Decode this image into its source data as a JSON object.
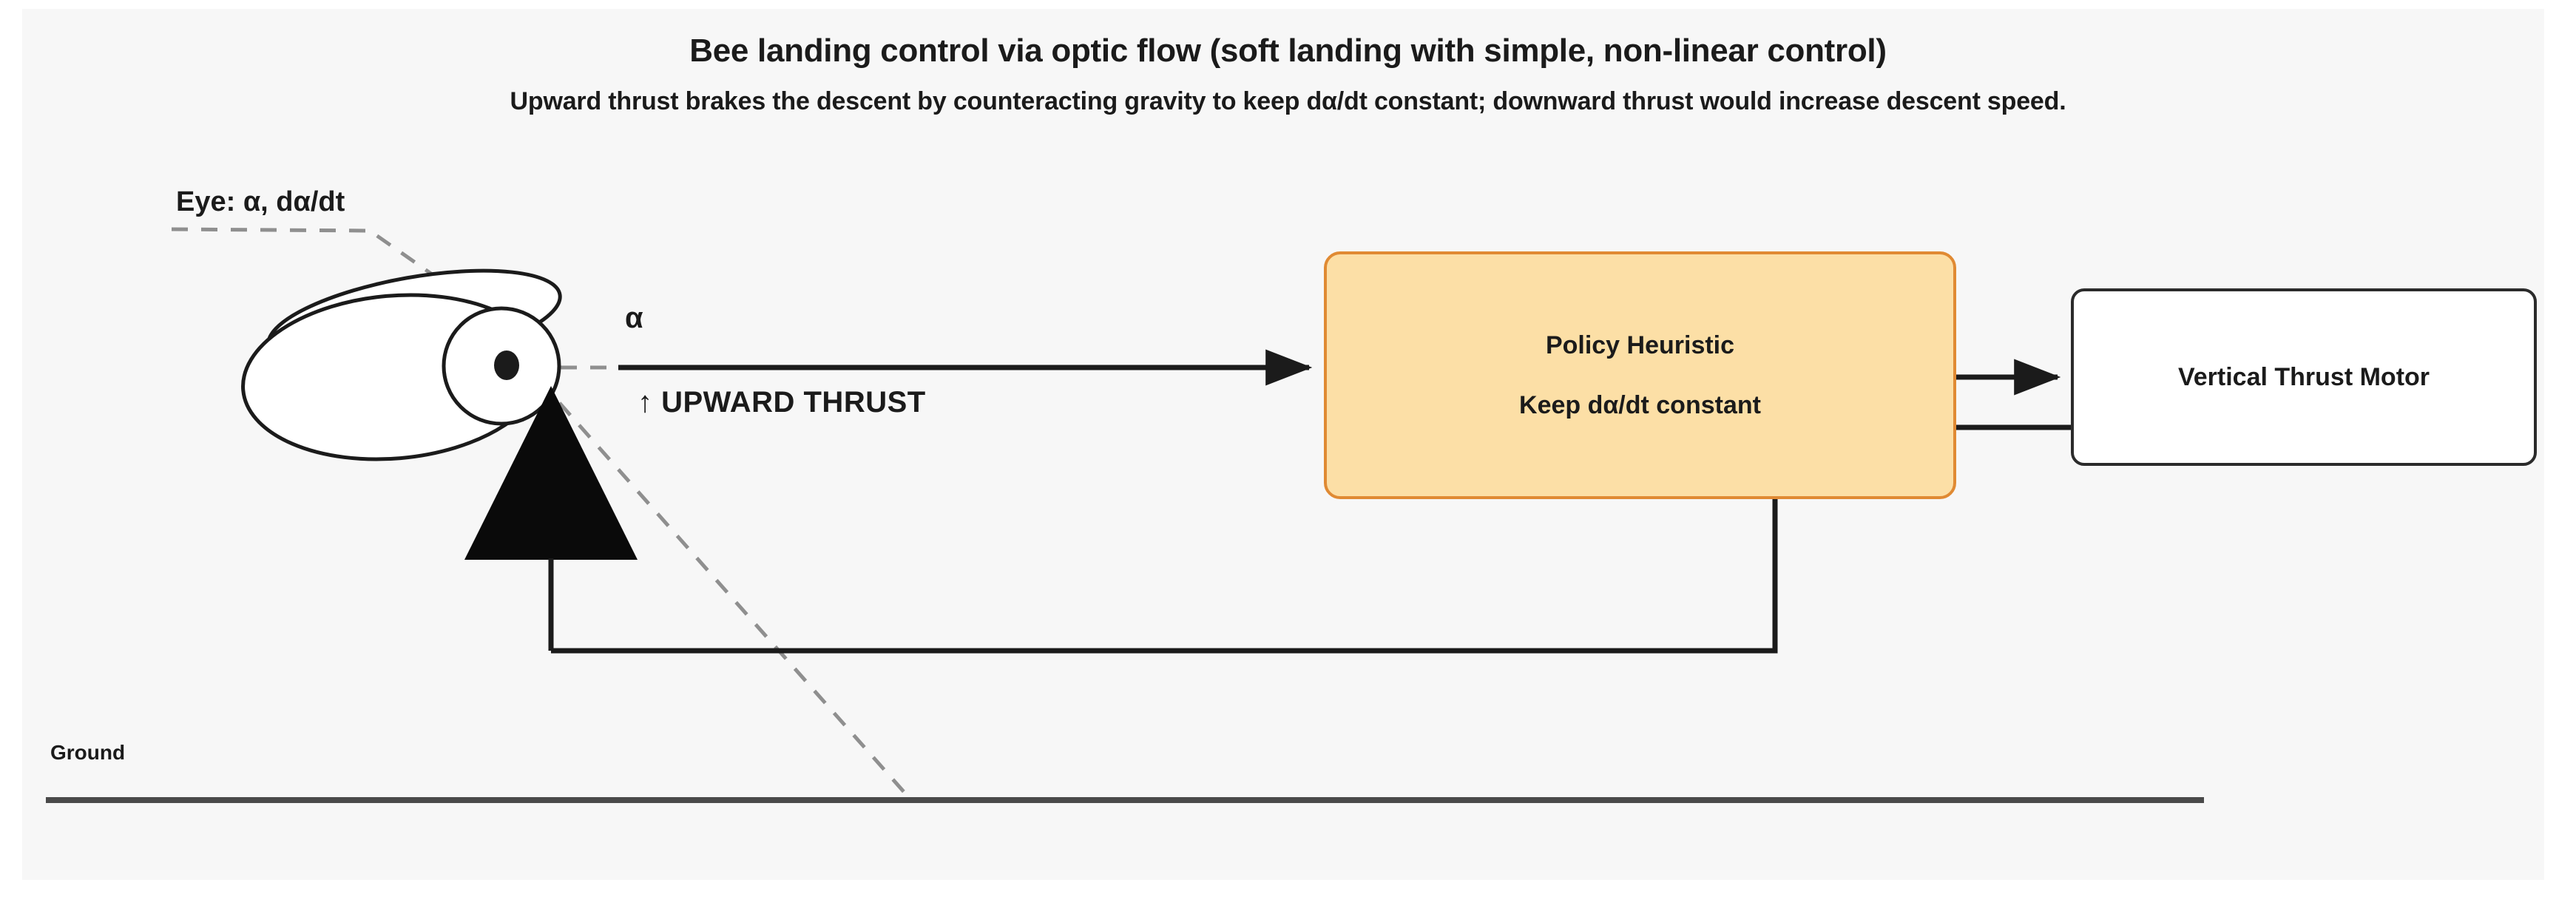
{
  "header": {
    "title": "Bee landing control via optic flow (soft landing with simple, non-linear control)",
    "subtitle": "Upward thrust brakes the descent by counteracting gravity to keep dα/dt constant; downward thrust would increase descent speed."
  },
  "labels": {
    "eye": "Eye: α, dα/dt",
    "alpha_signal": "α",
    "upward_thrust": "↑ UPWARD THRUST",
    "ground": "Ground"
  },
  "nodes": {
    "policy": {
      "title": "Policy Heuristic",
      "rule": "Keep dα/dt constant",
      "fill": "#fcdfa6",
      "stroke": "#e08a33"
    },
    "motor": {
      "title": "Vertical Thrust Motor",
      "fill": "#ffffff",
      "stroke": "#2b2b2b"
    }
  },
  "canvas": {
    "background": "#ffffff",
    "card_background": "#f7f7f7",
    "ink": "#1b1b1b",
    "dashed_ink": "#8a8a8a",
    "ground_line": "#4a4a4a"
  }
}
